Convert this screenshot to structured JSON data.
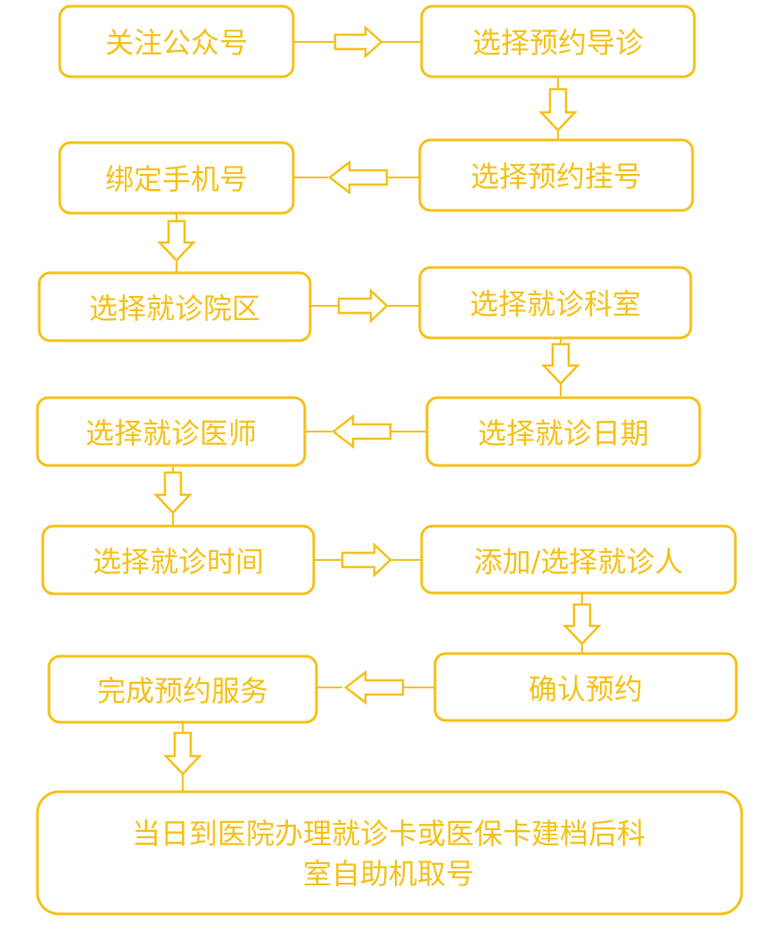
{
  "colors": {
    "accent": "#F5C016",
    "background": "#FFFFFF"
  },
  "steps": [
    {
      "id": "follow-account",
      "label": "关注公众号"
    },
    {
      "id": "select-appointment-guide",
      "label": "选择预约导诊"
    },
    {
      "id": "select-appointment-register",
      "label": "选择预约挂号"
    },
    {
      "id": "bind-phone",
      "label": "绑定手机号"
    },
    {
      "id": "select-campus",
      "label": "选择就诊院区"
    },
    {
      "id": "select-department",
      "label": "选择就诊科室"
    },
    {
      "id": "select-date",
      "label": "选择就诊日期"
    },
    {
      "id": "select-doctor",
      "label": "选择就诊医师"
    },
    {
      "id": "select-time",
      "label": "选择就诊时间"
    },
    {
      "id": "add-select-patient",
      "label": "添加/选择就诊人"
    },
    {
      "id": "confirm-appointment",
      "label": "确认预约"
    },
    {
      "id": "complete-service",
      "label": "完成预约服务"
    },
    {
      "id": "final-step",
      "label_line1": "当日到医院办理就诊卡或医保卡建档后科",
      "label_line2": "室自助机取号"
    }
  ]
}
